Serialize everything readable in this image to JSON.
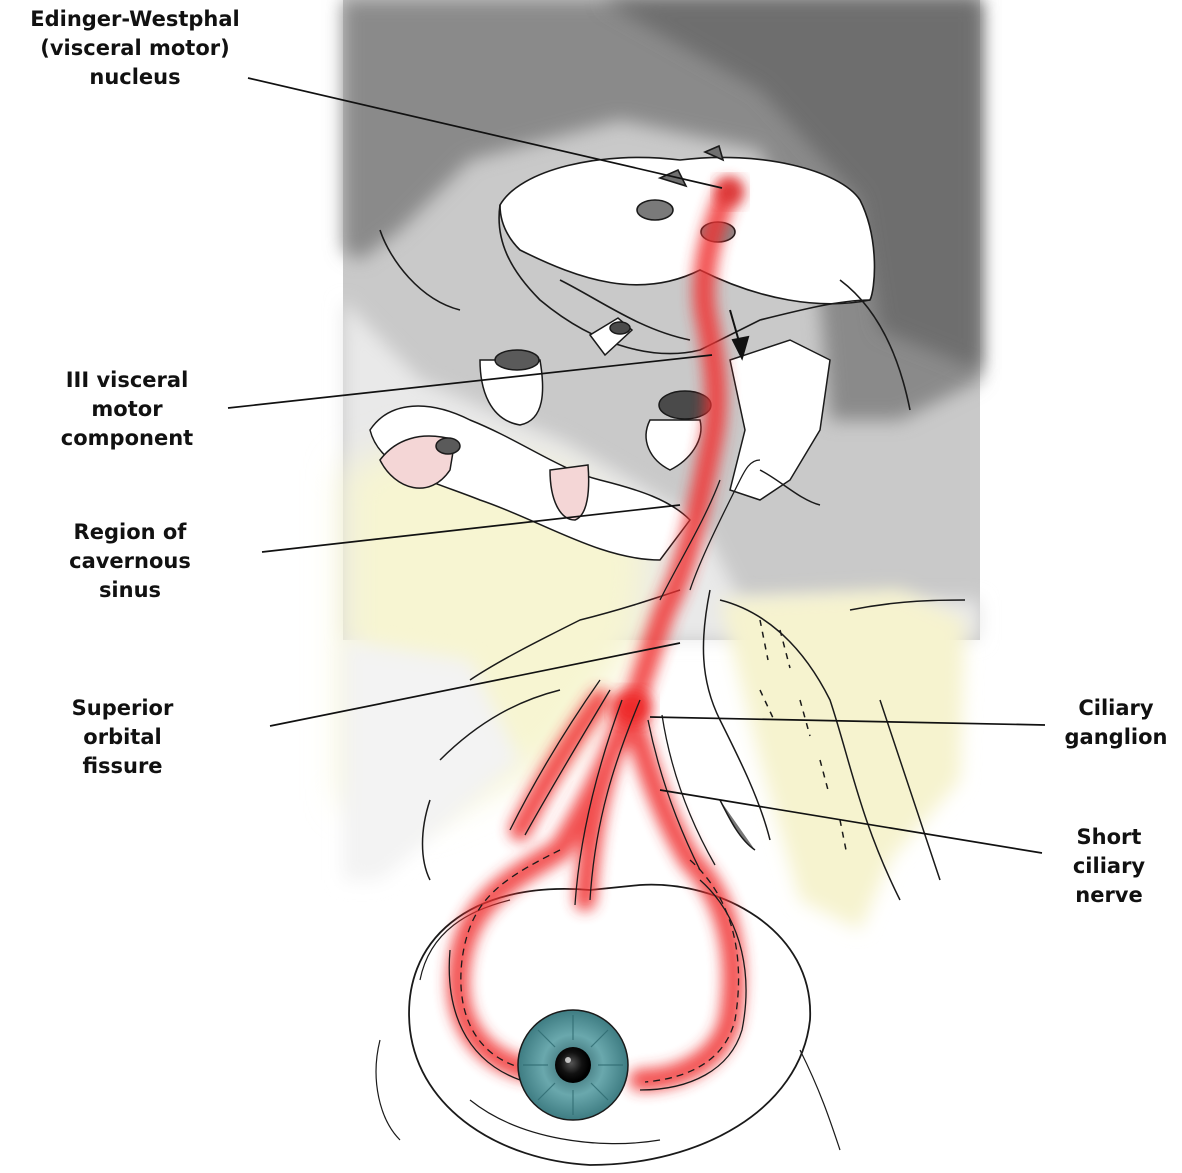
{
  "labels": {
    "edinger_westphal": "Edinger-Westphal\n(visceral motor)\nnucleus",
    "iii_visceral": "III visceral\nmotor\ncomponent",
    "cavernous_sinus": "Region of\ncavernous\nsinus",
    "superior_orbital_fissure": "Superior\norbital\nfissure",
    "ciliary_ganglion": "Ciliary\nganglion",
    "short_ciliary_nerve": "Short\nciliary\nnerve"
  },
  "colors": {
    "nerve_highlight": "#f03030",
    "brain_shading": "#8c8c8c",
    "bone_shading": "#f7f5d2",
    "iris": "#5f9fa4",
    "outline": "#1a1a1a"
  },
  "icons": {
    "pathway_arrow": "arrow-down-icon"
  }
}
